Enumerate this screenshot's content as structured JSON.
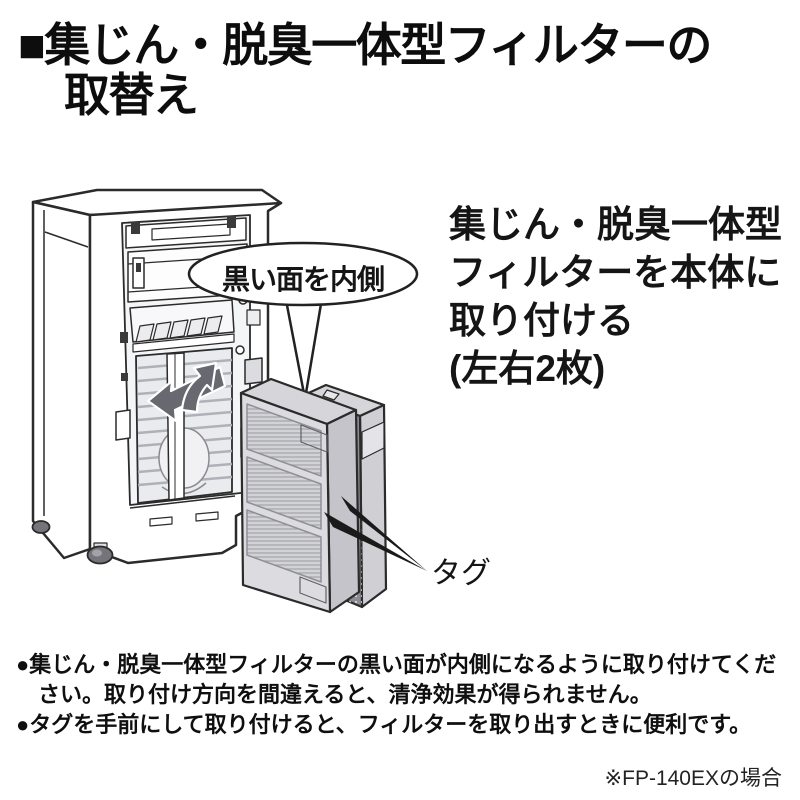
{
  "heading": {
    "line1": "■集じん・脱臭一体型フィルターの",
    "line2": "取替え"
  },
  "instruction": {
    "lines": [
      "集じん・脱臭一体型",
      "フィルターを本体に",
      "取り付ける",
      "(左右2枚)"
    ]
  },
  "callout": {
    "text": "黒い面を内側"
  },
  "tag_label": {
    "text": "タグ"
  },
  "notes": {
    "lines": [
      {
        "text": "●集じん・脱臭一体型フィルターの黒い面が内側になるように取り付けてくだ"
      },
      {
        "text": "さい。取り付け方向を間違えると、清浄効果が得られません。"
      },
      {
        "text": "●タグを手前にして取り付けると、フィルターを取り出すときに便利です。"
      }
    ]
  },
  "footnote": {
    "text": "※FP-140EXの場合"
  },
  "colors": {
    "text": "#111111",
    "outline": "#2b2b2b",
    "filter_black_face": "#8c8c93",
    "filter_frame": "#d6d6da",
    "insertion_arrow": "#686870"
  }
}
